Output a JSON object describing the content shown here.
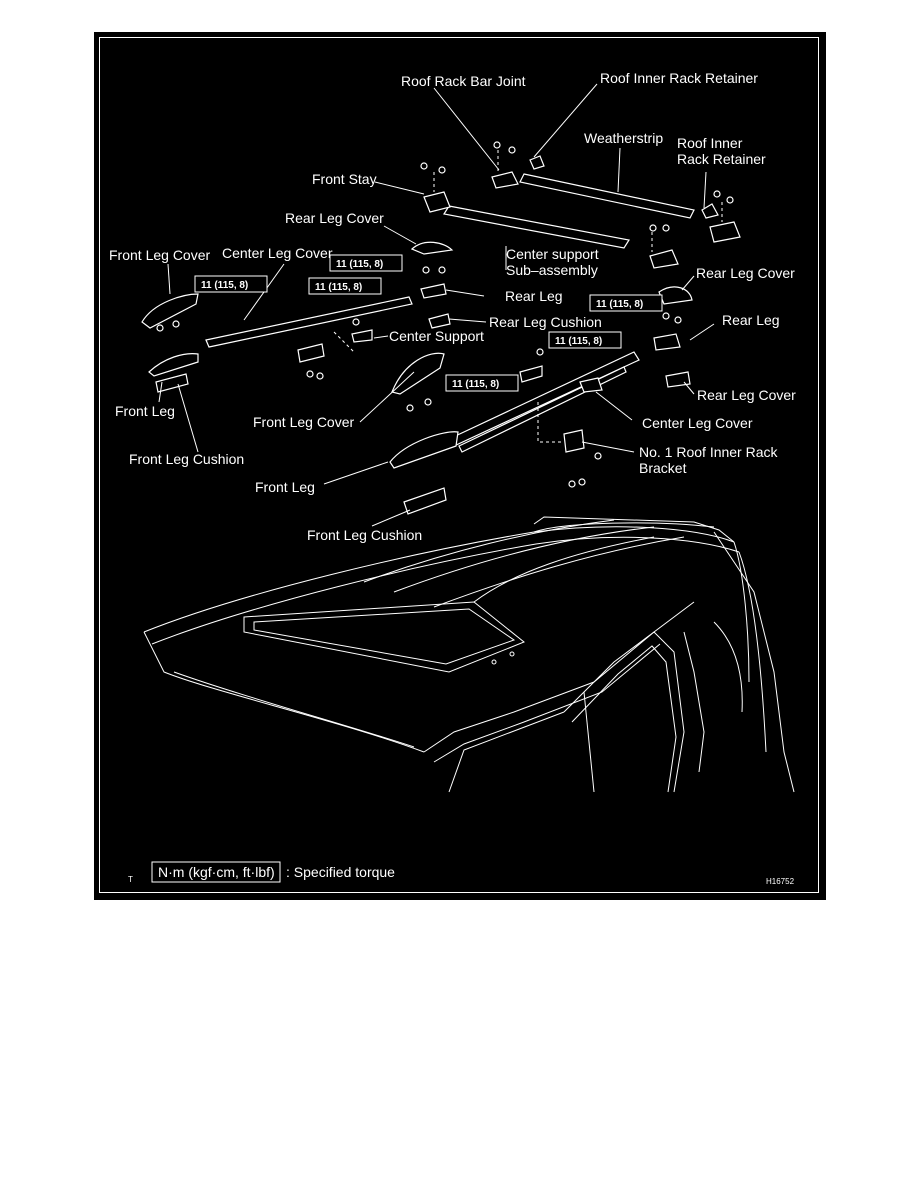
{
  "labels": {
    "roof_rack_bar_joint": "Roof Rack Bar Joint",
    "roof_inner_rack_retainer_top": "Roof Inner Rack Retainer",
    "weatherstrip": "Weatherstrip",
    "roof_inner_rack_retainer_right_1": "Roof Inner",
    "roof_inner_rack_retainer_right_2": "Rack Retainer",
    "front_stay": "Front Stay",
    "rear_leg_cover_top": "Rear Leg Cover",
    "front_leg_cover_left": "Front Leg Cover",
    "center_leg_cover_left": "Center Leg Cover",
    "center_support_sub_1": "Center support",
    "center_support_sub_2": "Sub–assembly",
    "rear_leg_cover_right_top": "Rear Leg Cover",
    "rear_leg_left": "Rear Leg",
    "rear_leg_cushion": "Rear Leg Cushion",
    "center_support": "Center Support",
    "rear_leg_right": "Rear Leg",
    "front_leg_left": "Front Leg",
    "rear_leg_cover_right_bottom": "Rear Leg Cover",
    "front_leg_cover_center": "Front Leg Cover",
    "center_leg_cover_right": "Center Leg Cover",
    "front_leg_cushion_left": "Front Leg Cushion",
    "no1_bracket_1": "No. 1 Roof Inner Rack",
    "no1_bracket_2": "Bracket",
    "front_leg_center": "Front Leg",
    "front_leg_cushion_center": "Front Leg Cushion"
  },
  "torque_boxes": [
    "11 (115, 8)",
    "11 (115, 8)",
    "11 (115, 8)",
    "11 (115, 8)",
    "11 (115, 8)",
    "11 (115, 8)"
  ],
  "legend": {
    "prefix": "T",
    "unit_box": "N·m (kgf·cm, ft·lbf)",
    "description": ": Specified torque"
  },
  "figure_id": "H16752",
  "colors": {
    "background": "#000000",
    "linework": "#ffffff",
    "page": "#ffffff"
  }
}
